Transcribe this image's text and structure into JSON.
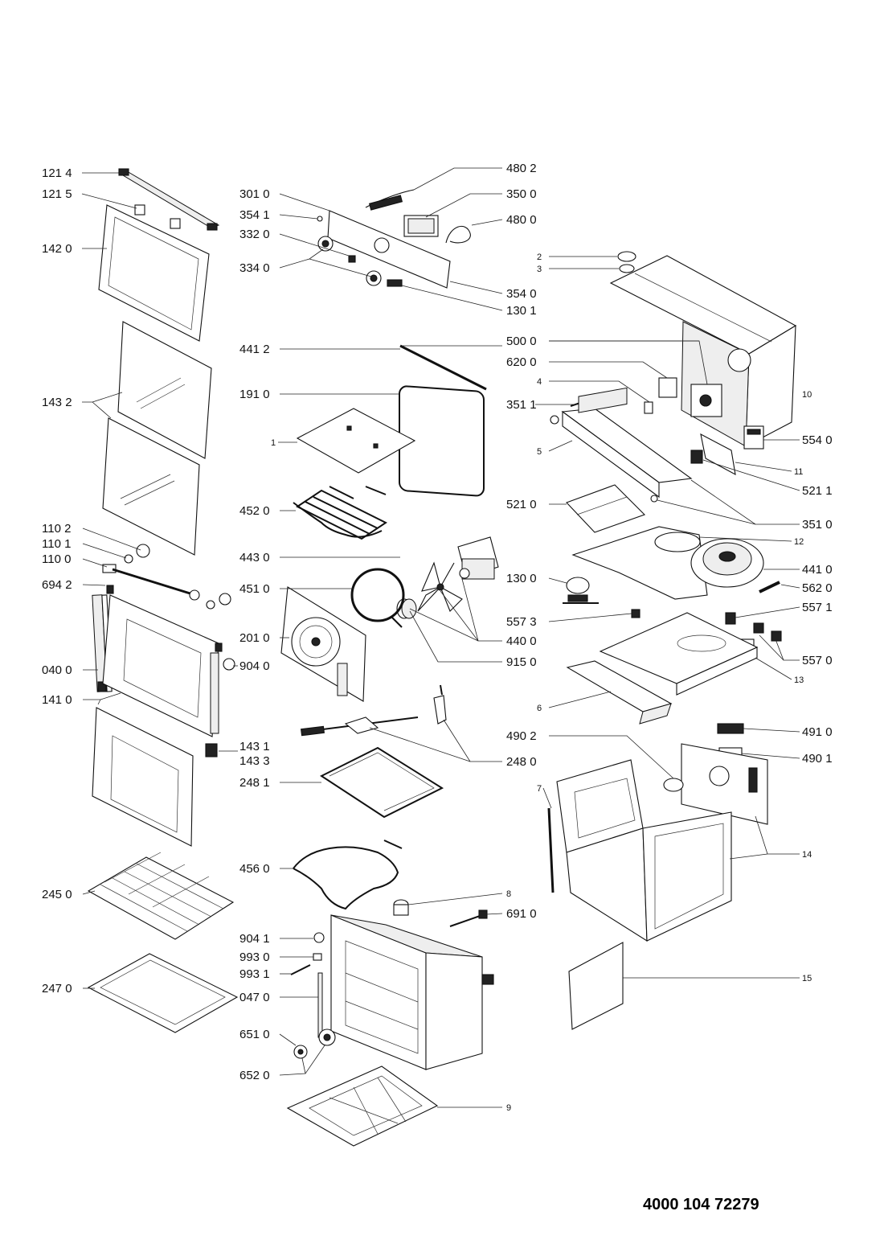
{
  "labels_left": [
    "121 4",
    "121 5",
    "142 0",
    "143 2",
    "110 2",
    "110 1",
    "110 0",
    "694 2",
    "040 0",
    "141 0",
    "245 0",
    "247 0"
  ],
  "labels_middle": [
    "301 0",
    "354 1",
    "332 0",
    "334 0",
    "480 2",
    "350 0",
    "480 0",
    "354 0",
    "130 1",
    "441 2",
    "191 0",
    "1",
    "452 0",
    "443 0",
    "451 0",
    "201 0",
    "904 0",
    "440 0",
    "915 0",
    "248 0",
    "248 1",
    "143 1",
    "143 3",
    "456 0",
    "8",
    "691 0",
    "904 1",
    "993 0",
    "993 1",
    "047 0",
    "651 0",
    "652 0",
    "9"
  ],
  "labels_right": [
    "2",
    "3",
    "500 0",
    "620 0",
    "4",
    "351 1",
    "5",
    "10",
    "554 0",
    "11",
    "521 1",
    "521 0",
    "351 0",
    "12",
    "130 0",
    "441 0",
    "562 0",
    "557 3",
    "557 1",
    "557 0",
    "13",
    "6",
    "490 2",
    "491 0",
    "490 1",
    "7",
    "14",
    "15"
  ],
  "document_number": "4000 104 72279"
}
